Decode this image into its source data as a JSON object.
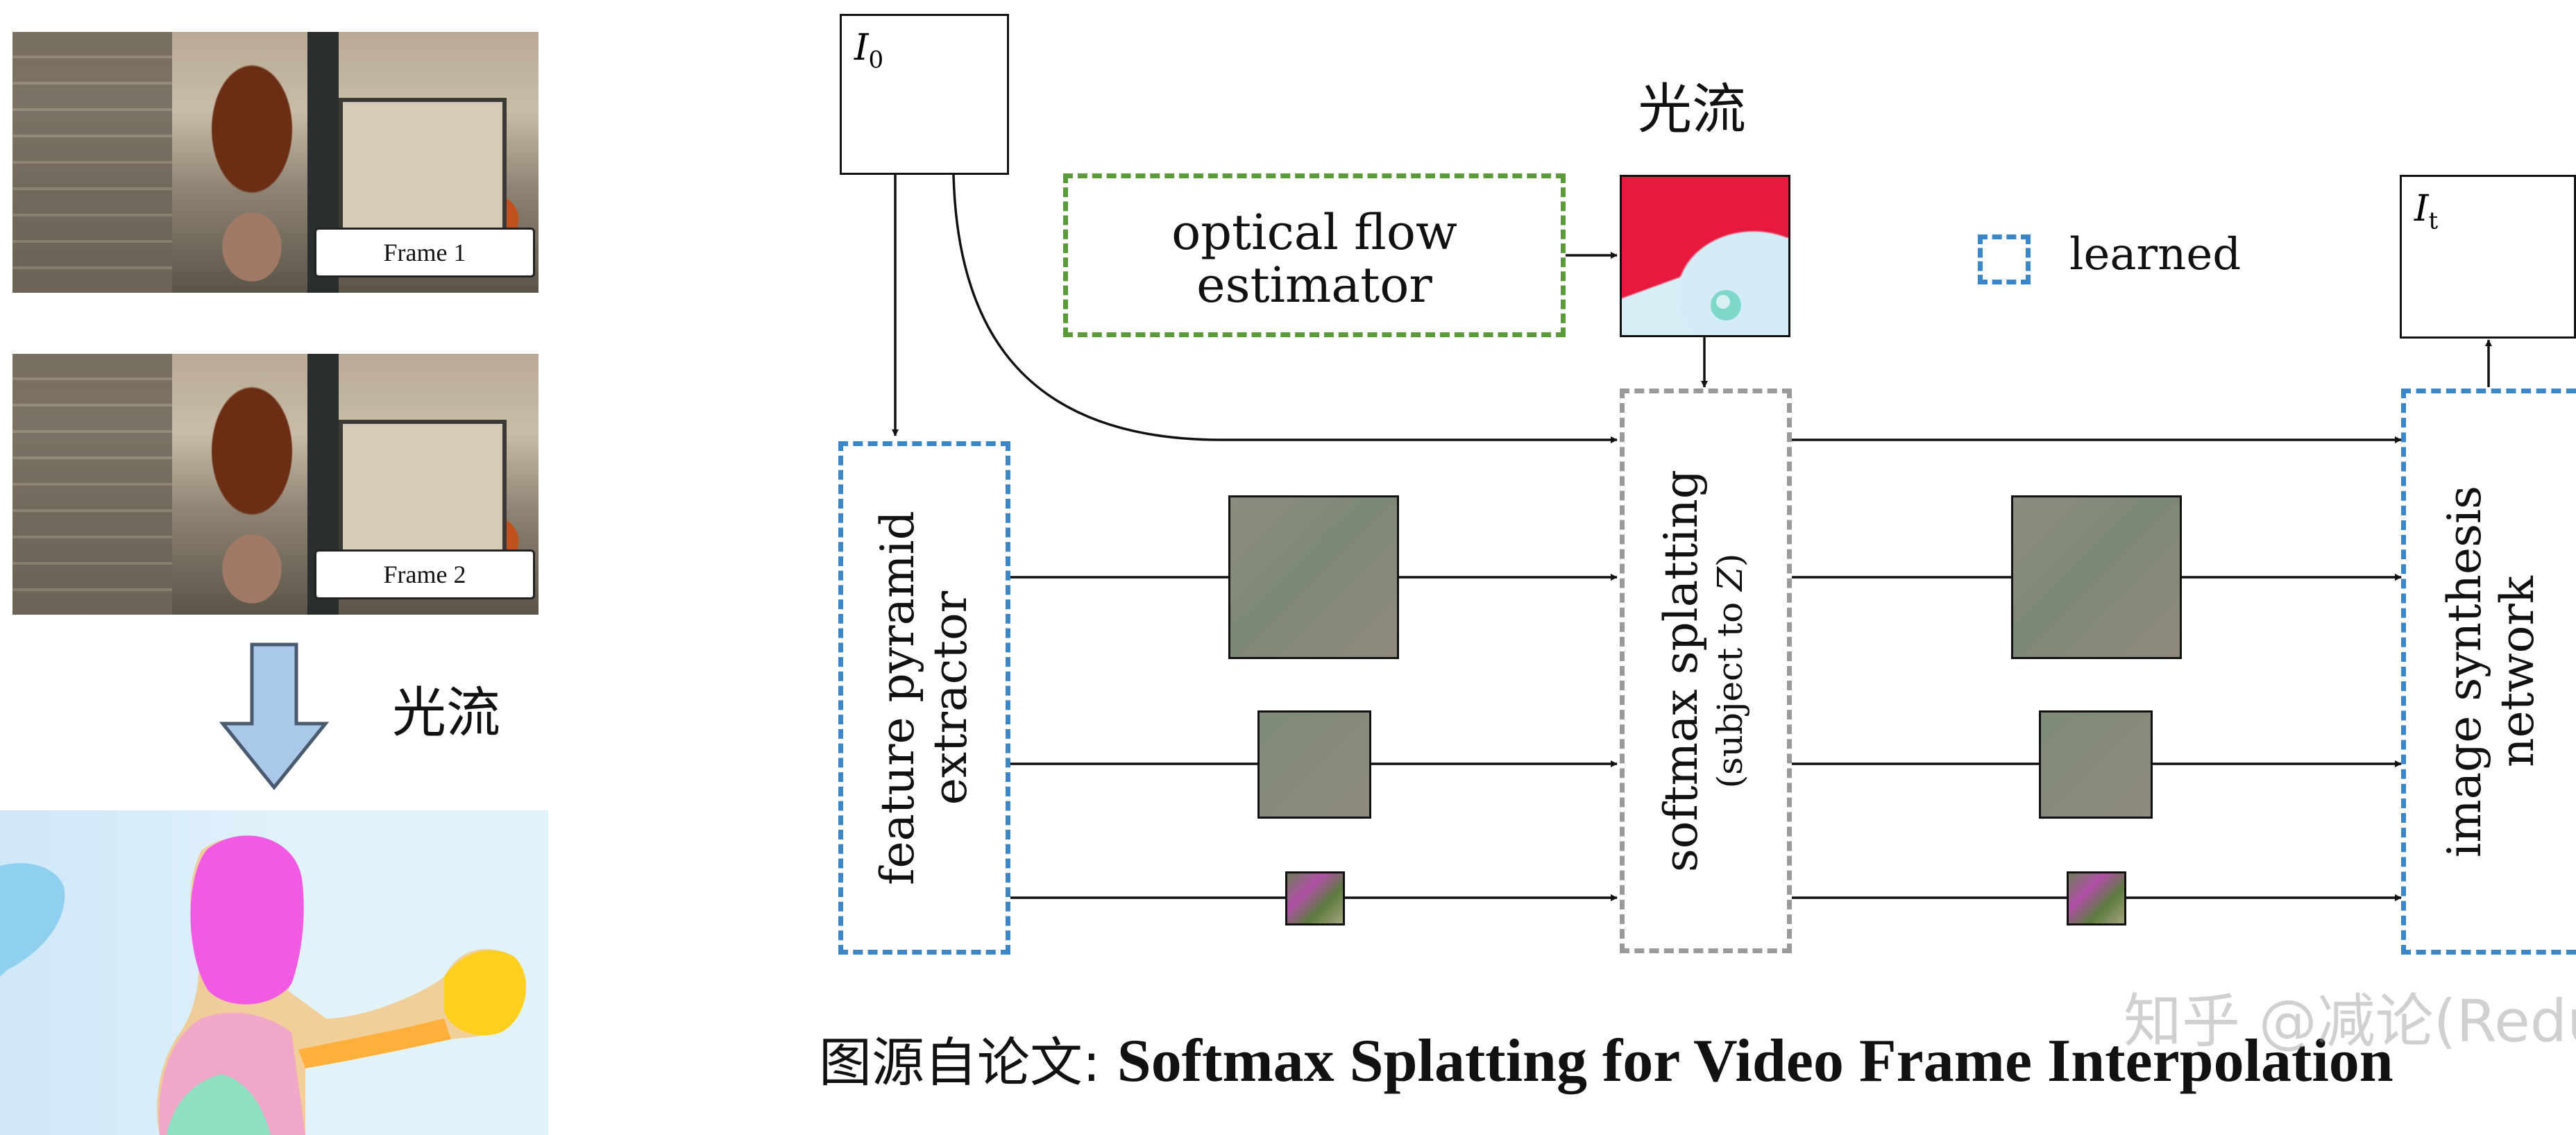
{
  "left_panel": {
    "frame1_label": "Frame 1",
    "frame2_label": "Frame 2",
    "flow_label": "光流"
  },
  "diagram": {
    "input_image_label": "I",
    "input_image_sub": "0",
    "output_image_label": "I",
    "output_image_sub": "t",
    "flow_title": "光流",
    "optical_flow_estimator": [
      "optical flow",
      "estimator"
    ],
    "legend_learned": "learned",
    "feature_pyramid": [
      "feature pyramid",
      "extractor"
    ],
    "softmax_splatting": "softmax splatting",
    "softmax_subject": "(subject to ",
    "softmax_subject_var": "Z",
    "softmax_subject_end": ")",
    "image_synthesis": [
      "image synthesis",
      "network"
    ]
  },
  "colors": {
    "learned_border": "#3b86c8",
    "flow_estimator_border": "#5a9a3a",
    "splatting_border": "#9a9a9a",
    "arrow_fill": "#a9c8ea",
    "arrow_stroke": "#4a5b70"
  },
  "caption": {
    "prefix": "图源自论文: ",
    "title": "Softmax Splatting for Video Frame Interpolation"
  },
  "watermark": "知乎 @减论(Reduct)"
}
